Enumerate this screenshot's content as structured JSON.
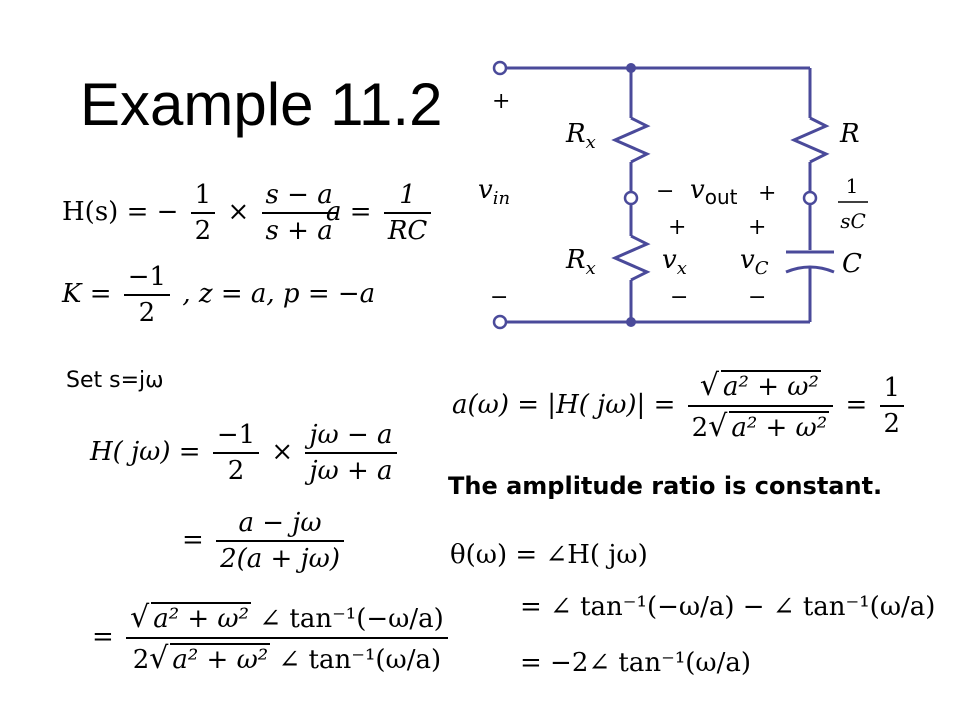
{
  "slide": {
    "title": "Example 11.2",
    "set_label": "Set s=jω",
    "note": "The amplitude ratio is constant."
  },
  "equations": {
    "h_lhs": "H(s) = −",
    "h_f1_num": "1",
    "h_f1_den": "2",
    "times": "×",
    "h_f2_num": "s − a",
    "h_f2_den": "s + a",
    "a_lhs": "a =",
    "a_num": "1",
    "a_den": "RC",
    "k_lhs": "K =",
    "k_num": "−1",
    "k_den": "2",
    "k_rest": ",  z = a,  p = −a",
    "hj_lhs": "H( jω) =",
    "hj_f1_num": "−1",
    "hj_f1_den": "2",
    "hj_f2_num": "jω − a",
    "hj_f2_den": "jω + a",
    "eq2_lhs": "=",
    "eq2_num": "a − jω",
    "eq2_den": "2(a + jω)",
    "eq3_lhs": "=",
    "eq3_num_rad": "a² + ω²",
    "eq3_num_angle": "∠ tan⁻¹(−ω/a)",
    "eq3_den_pre": "2",
    "eq3_den_rad": "a² + ω²",
    "eq3_den_angle": "∠ tan⁻¹(ω/a)",
    "amp_lhs": "a(ω) = |H( jω)| =",
    "amp_num_rad": "a² + ω²",
    "amp_den_pre": "2",
    "amp_den_rad": "a² + ω²",
    "amp_eq": "=",
    "amp_r_num": "1",
    "amp_r_den": "2",
    "th_lhs": "θ(ω) = ∠H( jω)",
    "th_l2": "= ∠ tan⁻¹(−ω/a) − ∠ tan⁻¹(ω/a)",
    "th_l3": "= −2∠ tan⁻¹(ω/a)"
  },
  "circuit": {
    "plus_top": "+",
    "minus_bottom": "−",
    "v_in": "v",
    "v_in_sub": "in",
    "rx_top": "R",
    "rx_top_sub": "x",
    "rx_bot": "R",
    "rx_bot_sub": "x",
    "r_label": "R",
    "c_label": "C",
    "imp_num": "1",
    "imp_den": "sC",
    "vout_minus": "−",
    "vout": "v",
    "vout_sub": "out",
    "vout_plus": "+",
    "vx_plus": "+",
    "vx": "v",
    "vx_sub": "x",
    "vx_minus": "−",
    "vc_plus": "+",
    "vc": "v",
    "vc_sub": "C",
    "vc_minus": "−",
    "wire_color": "#4a4a9a"
  }
}
